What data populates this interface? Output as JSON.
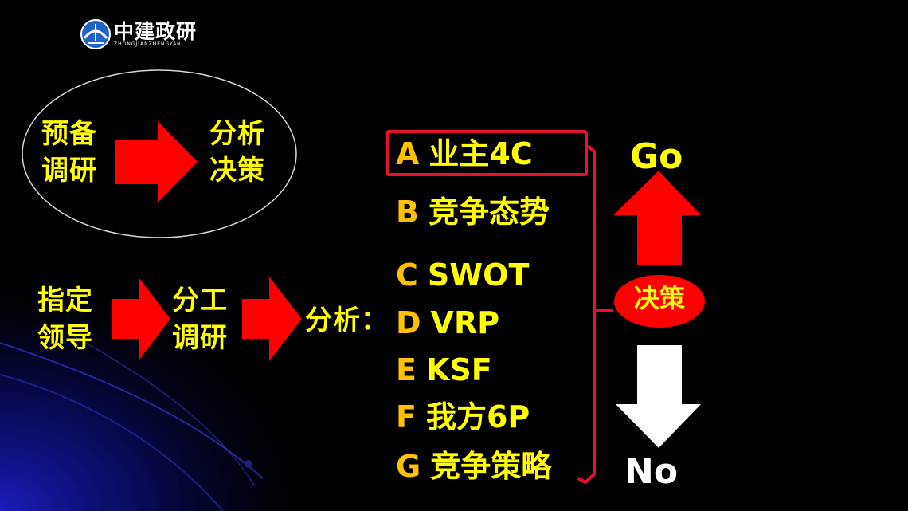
{
  "logo": {
    "name": "中建政研",
    "subtitle": "ZHONGJIANZHENGYAN"
  },
  "flow_top": {
    "left": [
      "预备",
      "调研"
    ],
    "right": [
      "分析",
      "决策"
    ]
  },
  "flow_bottom": {
    "first": [
      "指定",
      "领导"
    ],
    "second": [
      "分工",
      "调研"
    ],
    "third": "分析："
  },
  "options": [
    {
      "letter": "A",
      "text": "业主4C",
      "highlighted": true
    },
    {
      "letter": "B",
      "text": "竞争态势"
    },
    {
      "letter": "C",
      "text": "SWOT"
    },
    {
      "letter": "D",
      "text": "VRP"
    },
    {
      "letter": "E",
      "text": "KSF"
    },
    {
      "letter": "F",
      "text": "我方6P"
    },
    {
      "letter": "G",
      "text": "竞争策略"
    }
  ],
  "decision": {
    "label": "决策",
    "go": "Go",
    "no": "No"
  },
  "colors": {
    "background": "#000000",
    "text_yellow": "#ffff00",
    "letter_orange": "#ffc000",
    "arrow_red": "#ff0000",
    "bracket_red": "#e8102a",
    "arrow_white": "#ffffff"
  }
}
